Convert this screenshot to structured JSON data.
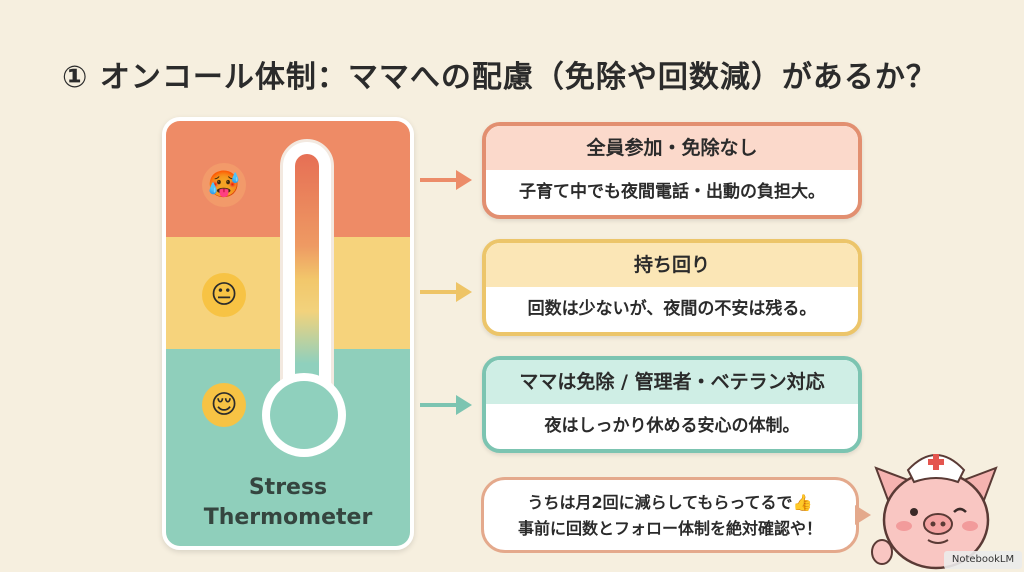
{
  "title": "① オンコール体制：ママへの配慮（免除や回数減）があるか？",
  "thermometer": {
    "label_line1": "Stress",
    "label_line2": "Thermometer",
    "emojis": [
      "🥵",
      "😐",
      "😌"
    ]
  },
  "cards": [
    {
      "header": "全員参加・免除なし",
      "body": "子育て中でも夜間電話・出動の負担大。",
      "color": "#e28f70",
      "header_bg": "#fbd9cb"
    },
    {
      "header": "持ち回り",
      "body": "回数は少ないが、夜間の不安は残る。",
      "color": "#ecc56a",
      "header_bg": "#fbe6b6"
    },
    {
      "header": "ママは免除 / 管理者・ベテラン対応",
      "body": "夜はしっかり休める安心の体制。",
      "color": "#7cc4b1",
      "header_bg": "#cfeee5"
    }
  ],
  "bubble": {
    "line1": "うちは月2回に減らしてもらってるで👍",
    "line2": "事前に回数とフォロー体制を絶対確認や！"
  },
  "watermark": "NotebookLM"
}
